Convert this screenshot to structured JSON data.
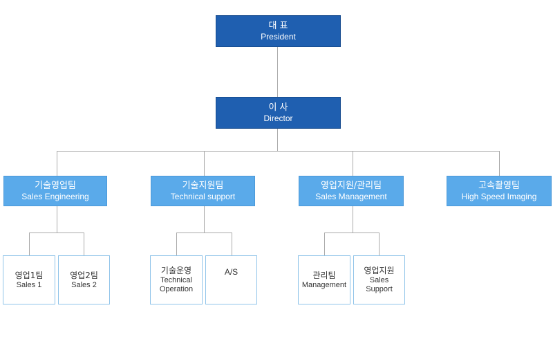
{
  "president": {
    "ko": "대 표",
    "en": "President"
  },
  "director": {
    "ko": "이 사",
    "en": "Director"
  },
  "departments": [
    {
      "ko": "기술영업팀",
      "en": "Sales Engineering"
    },
    {
      "ko": "기술지원팀",
      "en": "Technical support"
    },
    {
      "ko": "영업지원/관리팀",
      "en": "Sales Management"
    },
    {
      "ko": "고속촬영팀",
      "en": "High Speed Imaging"
    }
  ],
  "teams": [
    {
      "ko": "영업1팀",
      "en": "Sales 1"
    },
    {
      "ko": "영업2팀",
      "en": "Sales 2"
    },
    {
      "ko": "기술운영",
      "en": "Technical\nOperation"
    },
    {
      "ko": "",
      "en": "A/S"
    },
    {
      "ko": "관리팀",
      "en": "Management"
    },
    {
      "ko": "영업지원",
      "en": "Sales\nSupport"
    }
  ],
  "colors": {
    "top": "#1f5fb0",
    "department": "#5aaaea",
    "team_border": "#8ec3e9",
    "connector": "#a9a9a9"
  }
}
